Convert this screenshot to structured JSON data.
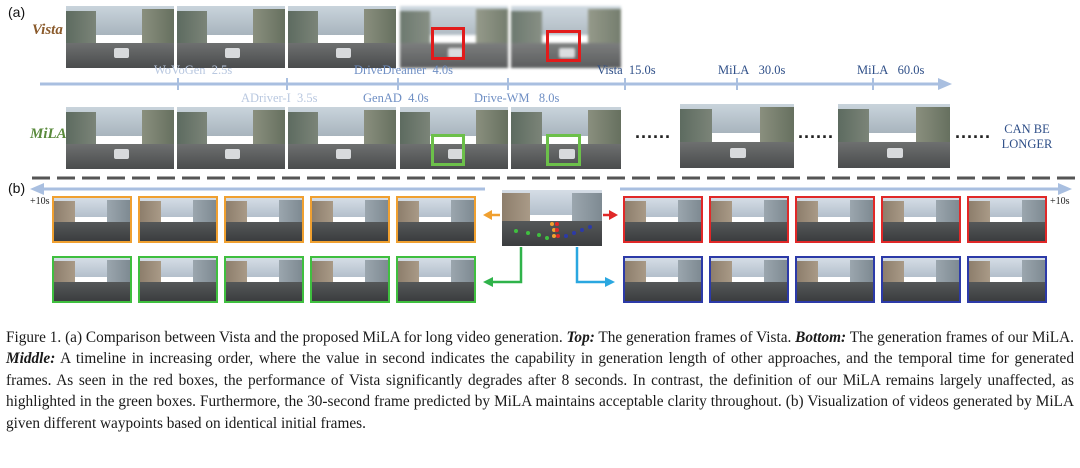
{
  "panel_a_label": "(a)",
  "panel_b_label": "(b)",
  "vista_label": "Vista",
  "mila_label": "MiLA",
  "timeline": [
    {
      "label": "WoVoGen",
      "time": "2.5s",
      "style": "faded",
      "row": "top"
    },
    {
      "label": "ADriver-I",
      "time": "3.5s",
      "style": "faded",
      "row": "bottom"
    },
    {
      "label": "DriveDreamer",
      "time": "4.0s",
      "style": "mid",
      "row": "top"
    },
    {
      "label": "GenAD",
      "time": "4.0s",
      "style": "mid",
      "row": "bottom"
    },
    {
      "label": "Drive-WM",
      "time": "8.0s",
      "style": "mid",
      "row": "bottom"
    },
    {
      "label": "Vista",
      "time": "15.0s",
      "style": "dark",
      "row": "top"
    },
    {
      "label": "MiLA",
      "time": "30.0s",
      "style": "dark",
      "row": "top"
    },
    {
      "label": "MiLA",
      "time": "60.0s",
      "style": "dark",
      "row": "top"
    }
  ],
  "ellipsis": "......",
  "can_be_longer": [
    "CAN BE",
    "LONGER"
  ],
  "plus10_left": "+10s",
  "plus10_right": "+10s",
  "caption": {
    "figure_label": "Figure 1.",
    "part1": " (a) Comparison between Vista and the proposed MiLA for long video generation. ",
    "top_label": "Top:",
    "part2": " The generation frames of Vista. ",
    "bottom_label": "Bottom:",
    "part3": " The generation frames of our MiLA. ",
    "middle_label": "Middle:",
    "part4": "  A timeline in increasing order, where the value in second indicates the capability in generation length of other approaches, and the temporal time for generated frames. As seen in the red boxes, the performance of Vista significantly degrades after 8 seconds. In contrast, the definition of our MiLA remains largely unaffected, as highlighted in the green boxes. Furthermore, the 30-second frame predicted by MiLA maintains acceptable clarity throughout. (b) Visualization of videos generated by MiLA given different waypoints based on identical initial frames."
  },
  "colors": {
    "timeline_axis": "#a9bfe0",
    "vista_highlight": "#e21b1b",
    "mila_highlight": "#6cc04a",
    "divider": "#555555",
    "arrow_orange": "#f0a030",
    "arrow_red": "#e02828",
    "arrow_green": "#2fb34a",
    "arrow_blue": "#2aa7e0"
  }
}
